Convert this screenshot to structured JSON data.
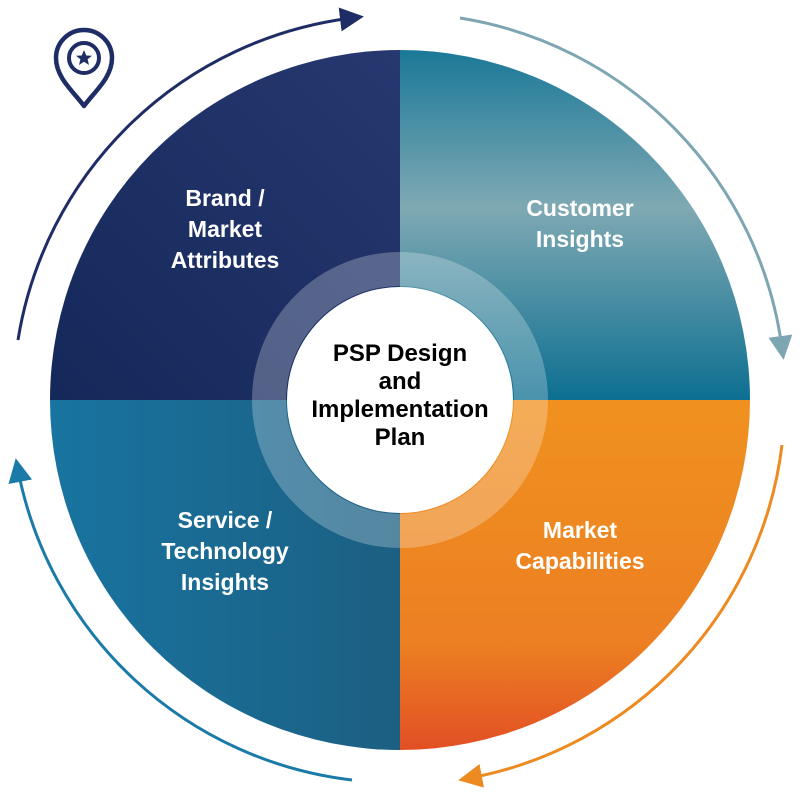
{
  "center": {
    "lines": [
      "PSP Design",
      "and",
      "Implementation",
      "Plan"
    ]
  },
  "quadrants": {
    "top_left": {
      "lines": [
        "Brand /",
        "Market",
        "Attributes"
      ],
      "color_top": "#1e2f66",
      "color_bottom": "#1d3a6e"
    },
    "top_right": {
      "lines": [
        "Customer",
        "Insights"
      ],
      "color_top": "#8fb0b8",
      "color_bottom": "#0f6b8f"
    },
    "bottom_right": {
      "lines": [
        "Market",
        "Capabilities"
      ],
      "color_top": "#f08c22",
      "color_bottom": "#e05a22"
    },
    "bottom_left": {
      "lines": [
        "Service /",
        "Technology",
        "Insights"
      ],
      "color_top": "#1a6f94",
      "color_bottom": "#1b5a7f"
    }
  },
  "arrows": {
    "top_left_color": "#1f2d66",
    "top_right_color": "#7ea6b2",
    "bottom_right_color": "#ee8a22",
    "bottom_left_color": "#1a7aa8"
  },
  "icon": {
    "name": "location-pin-star-icon",
    "color": "#1f2d66"
  }
}
